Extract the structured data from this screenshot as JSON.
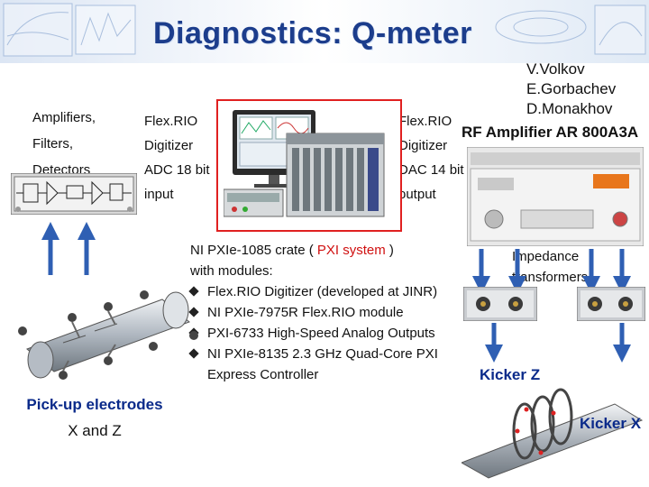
{
  "title": "Diagnostics: Q-meter",
  "authors": [
    "V.Volkov",
    "E.Gorbachev",
    "D.Monakhov"
  ],
  "left_block": [
    "Amplifiers,",
    "Filters,",
    "Detectors"
  ],
  "digitizer_in": [
    "Flex.RIO",
    "Digitizer",
    "ADC 18 bit",
    "input"
  ],
  "digitizer_out": [
    "Flex.RIO",
    "Digitizer",
    "DAC 14 bit",
    "output"
  ],
  "rf_amplifier": "RF Amplifier AR 800A3A",
  "crate_info": {
    "line1_pre": "NI PXIe-1085 crate ( ",
    "line1_red": "PXI system",
    "line1_post": " )",
    "line2": "with modules:",
    "modules": [
      "Flex.RIO Digitizer (developed at JINR)",
      "NI PXIe-7975R Flex.RIO module",
      "PXI-6733 High-Speed Analog Outputs",
      "NI PXIe-8135 2.3 GHz Quad-Core PXI"
    ],
    "continuation": "Express Controller"
  },
  "impedance": [
    "Impedance",
    "transformers"
  ],
  "kicker_z": "Kicker Z",
  "kicker_x": "Kicker X",
  "pickup": [
    "Pick-up electrodes",
    "X and Z"
  ],
  "colors": {
    "title": "#1c3d8c",
    "arrow": "#2f5fb3",
    "frame": "#e02020",
    "kicker": "#0a2a8a"
  }
}
